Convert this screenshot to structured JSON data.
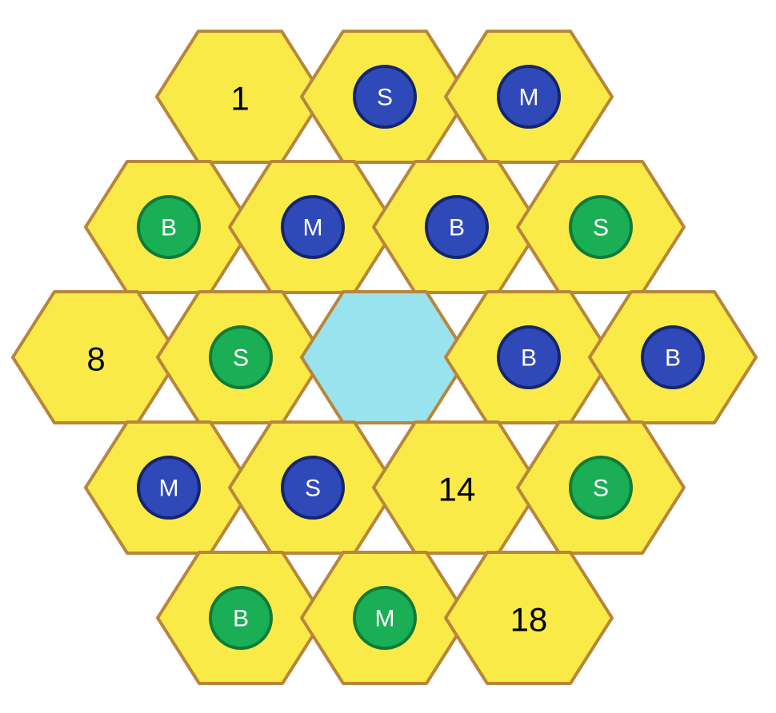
{
  "board": {
    "colors": {
      "hex_fill": "#FAEA48",
      "hex_border": "#B8863B",
      "center_fill": "#99E3EE",
      "blue_token": "#3049B8",
      "blue_token_border": "#14266B",
      "green_token": "#1AAE55",
      "green_token_border": "#117A37",
      "token_text": "#FFFFFF",
      "number_text": "#000000"
    },
    "rows": [
      [
        {
          "kind": "number",
          "label": "1"
        },
        {
          "kind": "token",
          "color": "blue",
          "label": "S"
        },
        {
          "kind": "token",
          "color": "blue",
          "label": "M"
        }
      ],
      [
        {
          "kind": "token",
          "color": "green",
          "label": "B"
        },
        {
          "kind": "token",
          "color": "blue",
          "label": "M"
        },
        {
          "kind": "token",
          "color": "blue",
          "label": "B"
        },
        {
          "kind": "token",
          "color": "green",
          "label": "S"
        }
      ],
      [
        {
          "kind": "number",
          "label": "8"
        },
        {
          "kind": "token",
          "color": "green",
          "label": "S"
        },
        {
          "kind": "center"
        },
        {
          "kind": "token",
          "color": "blue",
          "label": "B"
        },
        {
          "kind": "token",
          "color": "blue",
          "label": "B"
        }
      ],
      [
        {
          "kind": "token",
          "color": "blue",
          "label": "M"
        },
        {
          "kind": "token",
          "color": "blue",
          "label": "S"
        },
        {
          "kind": "number",
          "label": "14"
        },
        {
          "kind": "token",
          "color": "green",
          "label": "S"
        }
      ],
      [
        {
          "kind": "token",
          "color": "green",
          "label": "B"
        },
        {
          "kind": "token",
          "color": "green",
          "label": "M"
        },
        {
          "kind": "number",
          "label": "18"
        }
      ]
    ]
  }
}
